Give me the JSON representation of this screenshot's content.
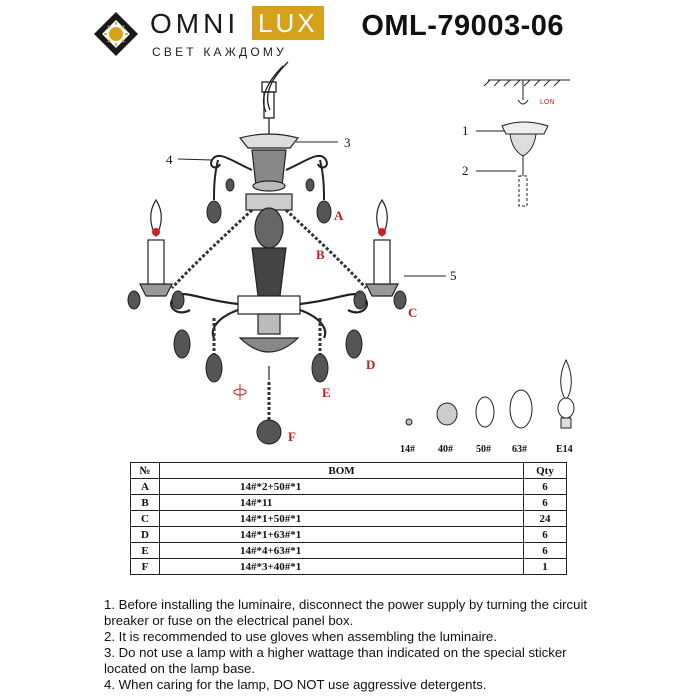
{
  "header": {
    "brand_word": "OMNI",
    "brand_lux": "LUX",
    "tagline": "СВЕТ КАЖДОМУ",
    "model": "OML-79003-06",
    "colors": {
      "brand_gold": "#d6a11a",
      "brand_dark": "#1a1a1a"
    }
  },
  "diagram": {
    "callouts": [
      "1",
      "2",
      "3",
      "4",
      "5"
    ],
    "letters": [
      "A",
      "B",
      "C",
      "D",
      "E",
      "F"
    ],
    "ceiling_label": "LON"
  },
  "legend": {
    "items": [
      {
        "label": "14#"
      },
      {
        "label": "40#"
      },
      {
        "label": "50#"
      },
      {
        "label": "63#"
      },
      {
        "label": "E14"
      }
    ]
  },
  "bom": {
    "headers": {
      "no": "№",
      "bom": "BOM",
      "qty": "Qty"
    },
    "rows": [
      {
        "no": "A",
        "bom": "14#*2+50#*1",
        "qty": "6"
      },
      {
        "no": "B",
        "bom": "14#*11",
        "qty": "6"
      },
      {
        "no": "C",
        "bom": "14#*1+50#*1",
        "qty": "24"
      },
      {
        "no": "D",
        "bom": "14#*1+63#*1",
        "qty": "6"
      },
      {
        "no": "E",
        "bom": "14#*4+63#*1",
        "qty": "6"
      },
      {
        "no": "F",
        "bom": "14#*3+40#*1",
        "qty": "1"
      }
    ]
  },
  "notes": [
    "1. Before installing the luminaire, disconnect the power supply by turning the circuit breaker or fuse on the electrical panel box.",
    "2. It is recommended to use gloves when assembling the luminaire.",
    "3. Do not use a lamp with a higher wattage than indicated on the special sticker located on the lamp base.",
    "4. When caring for the lamp, DO NOT use aggressive detergents."
  ]
}
